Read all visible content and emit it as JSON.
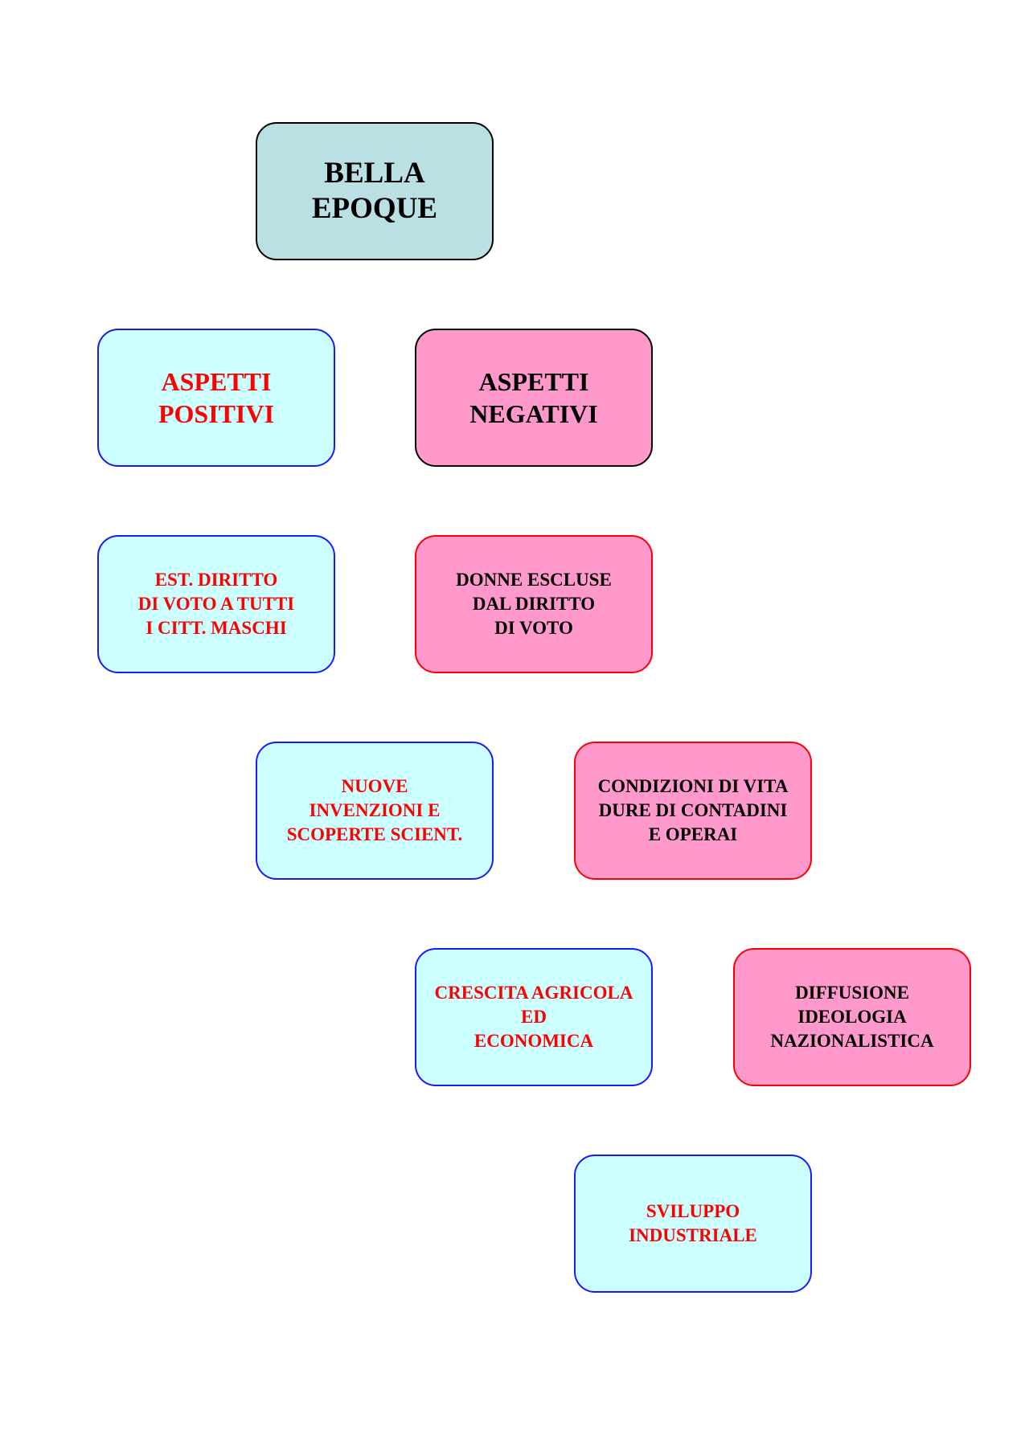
{
  "title": "BELLA\nEPOQUE",
  "positive": {
    "heading": "ASPETTI\nPOSITIVI",
    "items": [
      "EST. DIRITTO\nDI VOTO A TUTTI\nI CITT. MASCHI",
      "NUOVE\nINVENZIONI E\nSCOPERTE SCIENT.",
      "CRESCITA AGRICOLA\nED\nECONOMICA",
      "SVILUPPO\nINDUSTRIALE"
    ]
  },
  "negative": {
    "heading": "ASPETTI\nNEGATIVI",
    "items": [
      "DONNE ESCLUSE\nDAL DIRITTO\nDI VOTO",
      "CONDIZIONI DI VITA\nDURE DI CONTADINI\nE OPERAI",
      "DIFFUSIONE\nIDEOLOGIA\nNAZIONALISTICA"
    ]
  },
  "colors": {
    "title_fill": "#bbe0e3",
    "positive_fill": "#ccffff",
    "positive_border": "#1a1aff",
    "positive_text": "#ff0000",
    "negative_fill": "#ff99cc",
    "negative_border": "#ff0000",
    "negative_text": "#000000"
  }
}
